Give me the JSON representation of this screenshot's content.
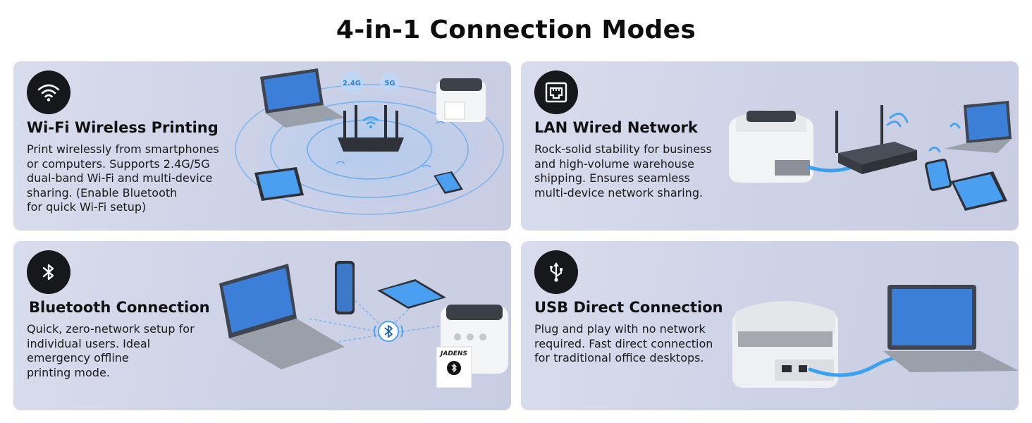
{
  "page_title": "4-in-1 Connection Modes",
  "cards": [
    {
      "icon": "wifi-icon",
      "title": "Wi-Fi Wireless Printing",
      "lines": [
        "Print wirelessly from smartphones",
        "or computers. Supports 2.4G/5G",
        "dual-band Wi-Fi and multi-device",
        "sharing. (Enable Bluetooth",
        "for quick Wi-Fi setup)"
      ],
      "bands": [
        "2.4G",
        "5G"
      ]
    },
    {
      "icon": "ethernet-port-icon",
      "title": "LAN Wired Network",
      "lines": [
        "Rock-solid stability for business",
        "and high-volume warehouse",
        "shipping. Ensures seamless",
        "multi-device network sharing."
      ]
    },
    {
      "icon": "bluetooth-icon",
      "title": "Bluetooth Connection",
      "lines": [
        "Quick, zero-network setup for",
        "individual users. Ideal",
        "emergency offline",
        "printing mode."
      ],
      "printer_label": "JADENS"
    },
    {
      "icon": "usb-icon",
      "title": "USB Direct Connection",
      "lines": [
        "Plug and play with no network",
        "required. Fast direct connection",
        "for traditional office desktops."
      ]
    }
  ],
  "colors": {
    "card_bg": "#cfd3e7",
    "badge_bg": "#17181c",
    "accent_blue": "#3aa0f0"
  }
}
